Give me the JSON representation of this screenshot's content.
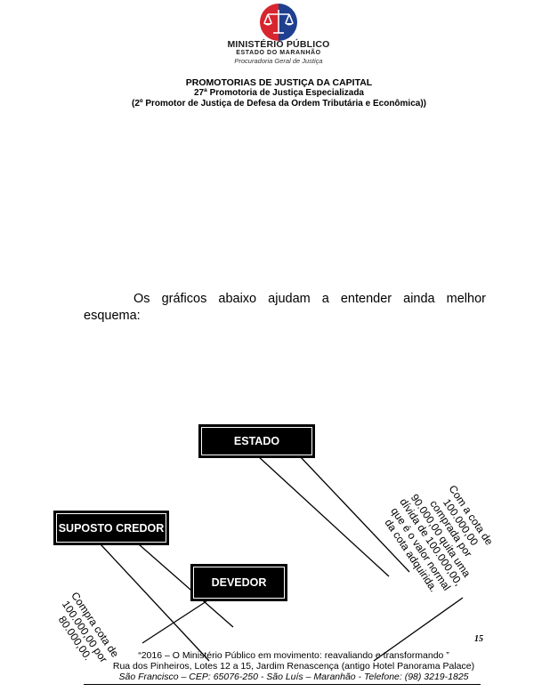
{
  "logo": {
    "title": "MINISTÉRIO PÚBLICO",
    "subtitle": "ESTADO DO MARANHÃO",
    "org": "Procuradoria Geral de Justiça",
    "colors": {
      "red": "#d7262e",
      "blue": "#1f3f8f"
    }
  },
  "header": {
    "line1": "PROMOTORIAS DE JUSTIÇA DA CAPITAL",
    "line2": "27ª Promotoria de Justiça Especializada",
    "line3": "(2º Promotor de Justiça de Defesa da Ordem Tributária e Econômica))"
  },
  "body": {
    "paragraph": "Os gráficos abaixo ajudam a entender ainda melhor esquema:"
  },
  "diagram": {
    "boxes": {
      "estado": "ESTADO",
      "suposto_credor": "SUPOSTO CREDOR",
      "devedor": "DEVEDOR"
    },
    "note_right": "Com a cota de\n100.000,00\ncomprada por\n90.000,00 quita uma\ndívida de 100.000,00,\nque é o valor normal\nda cota adquirida.",
    "note_left": "Compra cota de\n100.000,00 por\n80.000,00."
  },
  "page_number": "15",
  "footer": {
    "line1": "“2016 – O Ministério Público em movimento: reavaliando e transformando ”",
    "line2": "Rua dos Pinheiros, Lotes 12 a 15, Jardim Renascença (antigo Hotel Panorama Palace)",
    "line3": "São Francisco – CEP: 65076-250 - São Luís – Maranhão - Telefone: (98) 3219-1825"
  }
}
